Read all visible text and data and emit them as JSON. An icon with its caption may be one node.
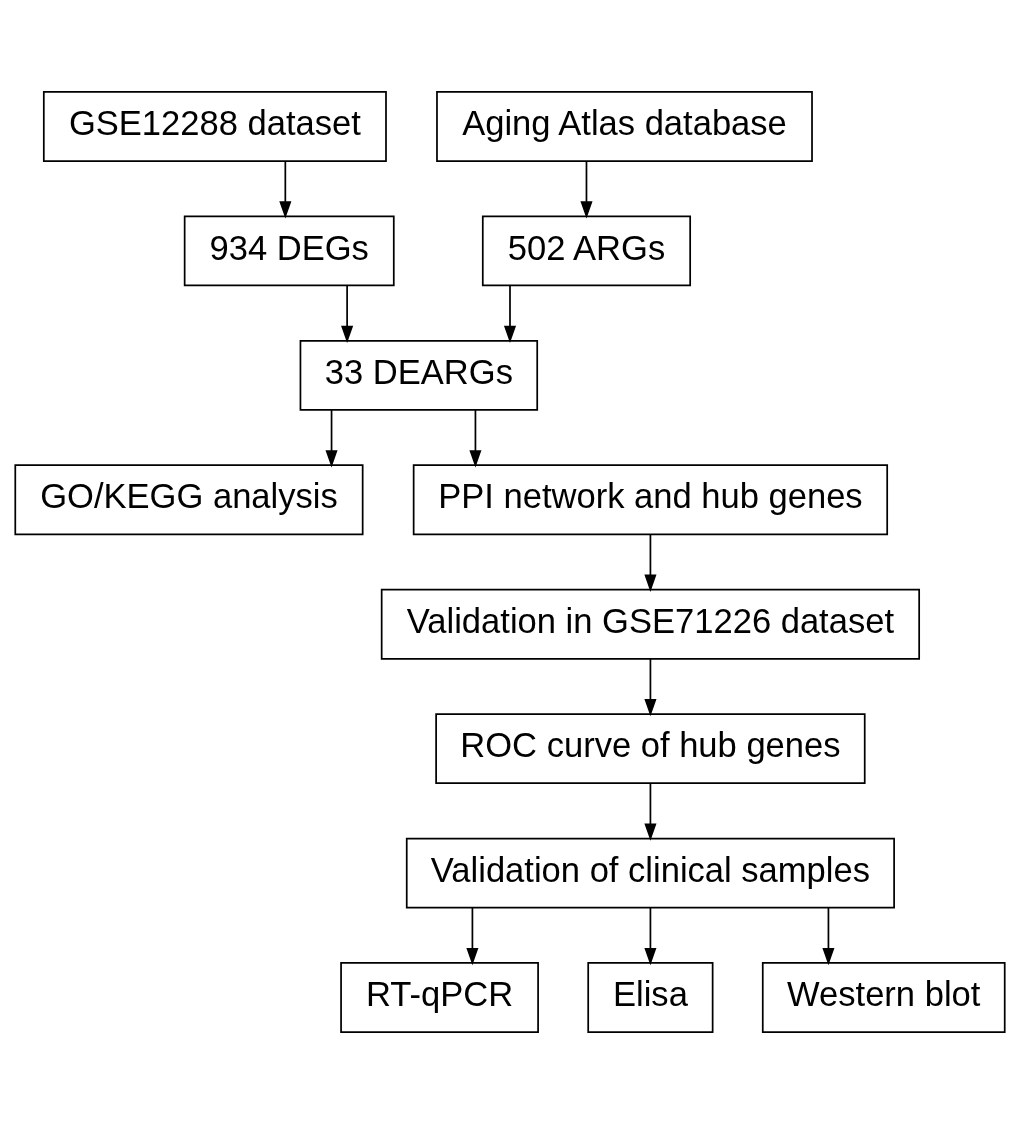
{
  "diagram": {
    "nodes": [
      {
        "text": [
          "GSE12288 dataset"
        ]
      },
      {
        "text": [
          "Aging Atlas database"
        ]
      },
      {
        "text": [
          "934 DEGs"
        ]
      },
      {
        "text": [
          "502 ARGs"
        ]
      },
      {
        "text": [
          "33 DEARGs"
        ]
      },
      {
        "text": [
          "GO/KEGG analysis"
        ]
      },
      {
        "text": [
          "PPI network and hub genes"
        ]
      },
      {
        "text": [
          "Validation in GSE71226 dataset"
        ]
      },
      {
        "text": [
          "ROC curve of hub genes"
        ]
      },
      {
        "text": [
          "Validation of clinical samples"
        ]
      },
      {
        "text": [
          "RT-qPCR"
        ]
      },
      {
        "text": [
          "Elisa"
        ]
      },
      {
        "text": [
          "Western blot"
        ]
      }
    ],
    "edges": [
      {
        "from": 0,
        "to": 2,
        "arrow": "to"
      },
      {
        "from": 1,
        "to": 3,
        "arrow": "to"
      },
      {
        "from": 2,
        "to": 4,
        "arrow": "to"
      },
      {
        "from": 3,
        "to": 4,
        "arrow": "to"
      },
      {
        "from": 4,
        "to": 5,
        "arrow": "to"
      },
      {
        "from": 4,
        "to": 6,
        "arrow": "to"
      },
      {
        "from": 6,
        "to": 7,
        "arrow": "to"
      },
      {
        "from": 7,
        "to": 8,
        "arrow": "to"
      },
      {
        "from": 8,
        "to": 9,
        "arrow": "to"
      },
      {
        "from": 9,
        "to": 10,
        "arrow": "to"
      },
      {
        "from": 9,
        "to": 11,
        "arrow": "to"
      },
      {
        "from": 9,
        "to": 12,
        "arrow": "to"
      }
    ]
  }
}
